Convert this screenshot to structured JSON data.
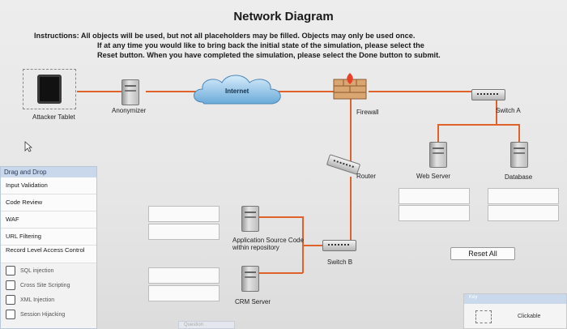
{
  "title": "Network Diagram",
  "instructions": {
    "label": "Instructions:",
    "line1": "All objects will be used, but not all placeholders may be filled. Objects may only be used once.",
    "line2": "If at any time you would like to bring back the initial state of the simulation, please select the",
    "line3": "Reset button. When you have completed the simulation, please select the Done button to submit."
  },
  "nodes": {
    "attacker": "Attacker Tablet",
    "anonymizer": "Anonymizer",
    "internet": "Internet",
    "firewall": "Firewall",
    "switch_a": "Switch A",
    "router": "Router",
    "web_server": "Web Server",
    "database": "Database",
    "app_source": "Application Source Code within repository",
    "switch_b": "Switch B",
    "crm_server": "CRM Server"
  },
  "drag_panel": {
    "header": "Drag and Drop",
    "items": [
      "Input Validation",
      "Code Review",
      "WAF",
      "URL Filtering",
      "Record Level Access Control"
    ],
    "checkbox_items": [
      "SQL injection",
      "Cross Site Scripting",
      "XML Injection",
      "Session Hijacking"
    ]
  },
  "buttons": {
    "reset_all": "Reset All"
  },
  "key": {
    "header": "Key",
    "clickable": "Clickable"
  },
  "question_tab": "Question",
  "colors": {
    "link": "#e0612a",
    "panel_header": "#c9d8ea"
  }
}
